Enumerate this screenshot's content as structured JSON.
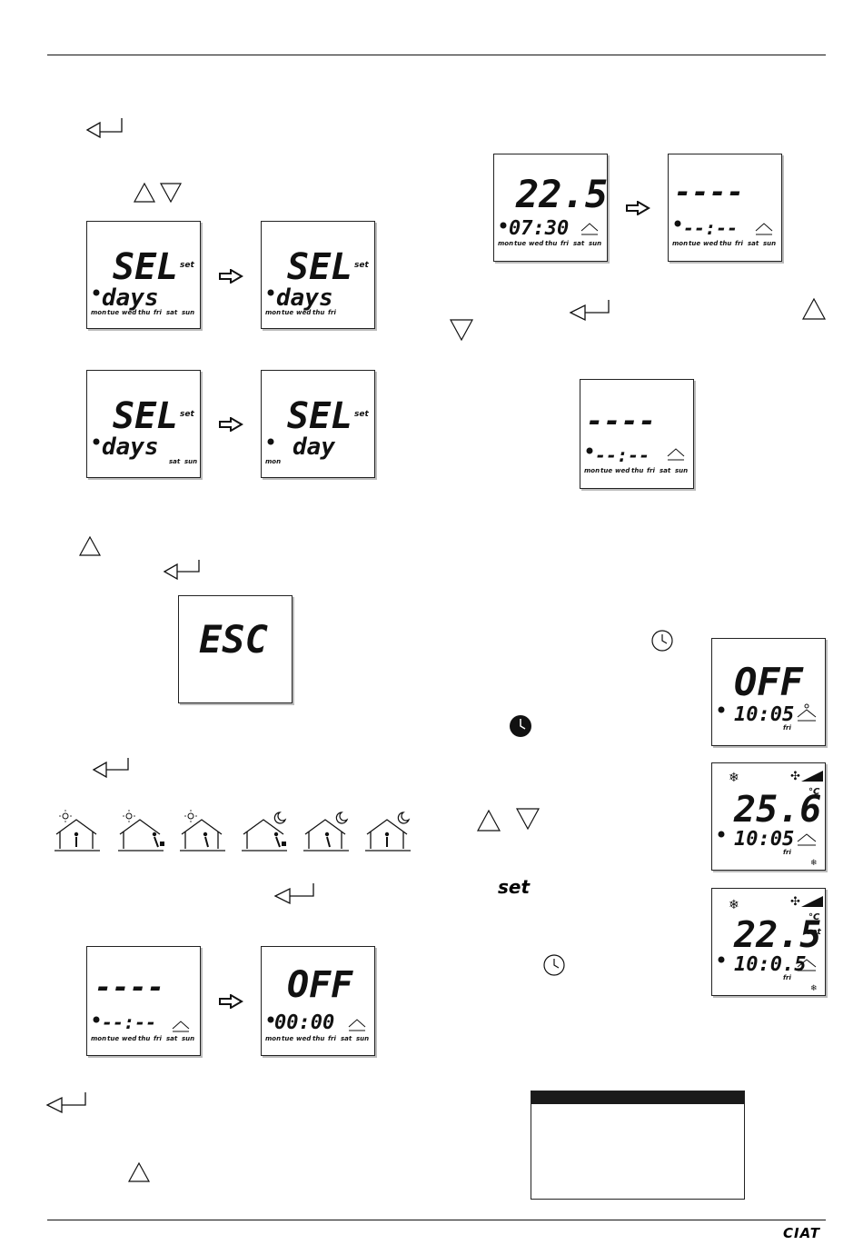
{
  "brand": "CIAT",
  "lcd": {
    "sel": "SEL",
    "set": "set",
    "days": "days",
    "day": "day",
    "esc": "ESC",
    "off": "OFF",
    "dashes": "----",
    "time_dashes": "--:--",
    "temp_225": "22.5",
    "time_0730": "07:30",
    "time_0000": "00:00",
    "time_1005": "10:05",
    "time_1005b": "10:0.5",
    "temp_256": "25.6",
    "deg_c": "°C",
    "weekdays_full": [
      "mon",
      "tue",
      "wed",
      "thu",
      "fri",
      "sat",
      "sun"
    ],
    "weekdays_workweek": [
      "mon",
      "tue",
      "wed",
      "thu",
      "fri"
    ],
    "weekend": [
      "sat",
      "sun"
    ],
    "monday": "mon",
    "friday": "fri"
  },
  "standalone": {
    "set_label": "set"
  },
  "icons": [
    "enter-key-icon",
    "up-arrow-icon",
    "down-arrow-icon",
    "right-arrow-icon",
    "clock-icon",
    "filled-clock-icon",
    "house-person-icon",
    "sun-icon",
    "moon-icon",
    "snowflake-icon",
    "fan-icon"
  ]
}
